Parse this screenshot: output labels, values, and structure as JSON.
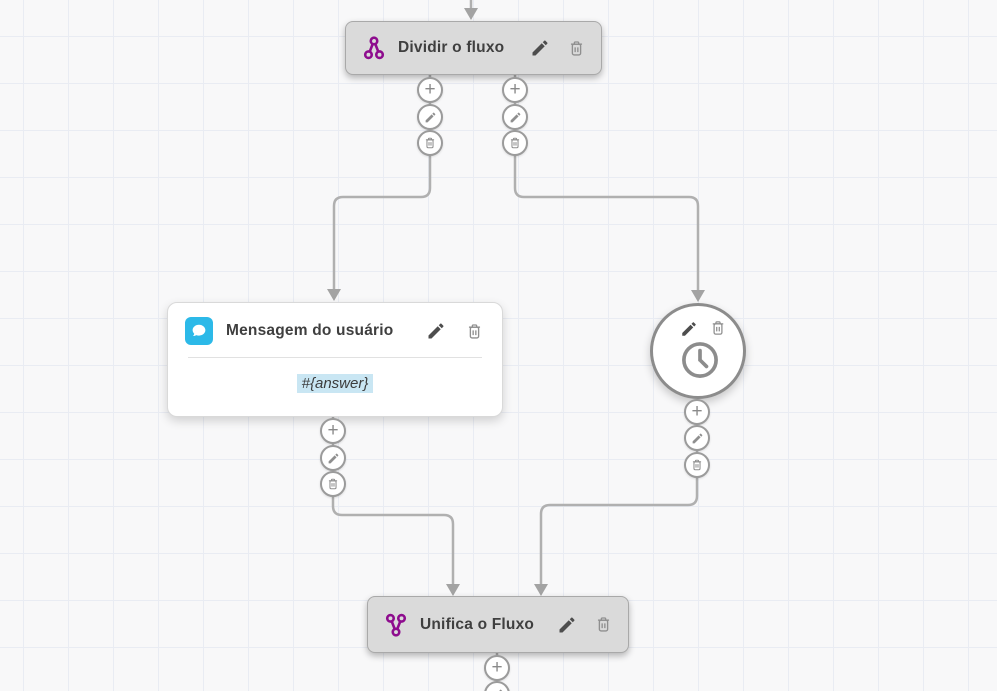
{
  "canvas": {
    "colors": {
      "background": "#f8f8f9",
      "grid_line": "#e9ecf3",
      "connector": "#b0b0b0",
      "arrowhead": "#a3a3a3",
      "node_fill": "#dadada",
      "node_border": "#a9a9a9",
      "accent_purple": "#8e0c8e",
      "accent_blue": "#2cb9e8",
      "value_highlight": "#c9e6f3",
      "title_text": "#3f3f3f",
      "icon_dark": "#4d4d4d",
      "icon_gray": "#8f8f8f"
    }
  },
  "actions": {
    "add_symbol": "+"
  },
  "nodes": {
    "split": {
      "title": "Dividir o fluxo",
      "icon": "split-flow-icon"
    },
    "user_message": {
      "title": "Mensagem do usuário",
      "icon": "chat-bubble-icon",
      "body_value": "#{answer}"
    },
    "delay": {
      "icon": "clock-icon"
    },
    "merge": {
      "title": "Unifica o Fluxo",
      "icon": "merge-flow-icon"
    }
  }
}
